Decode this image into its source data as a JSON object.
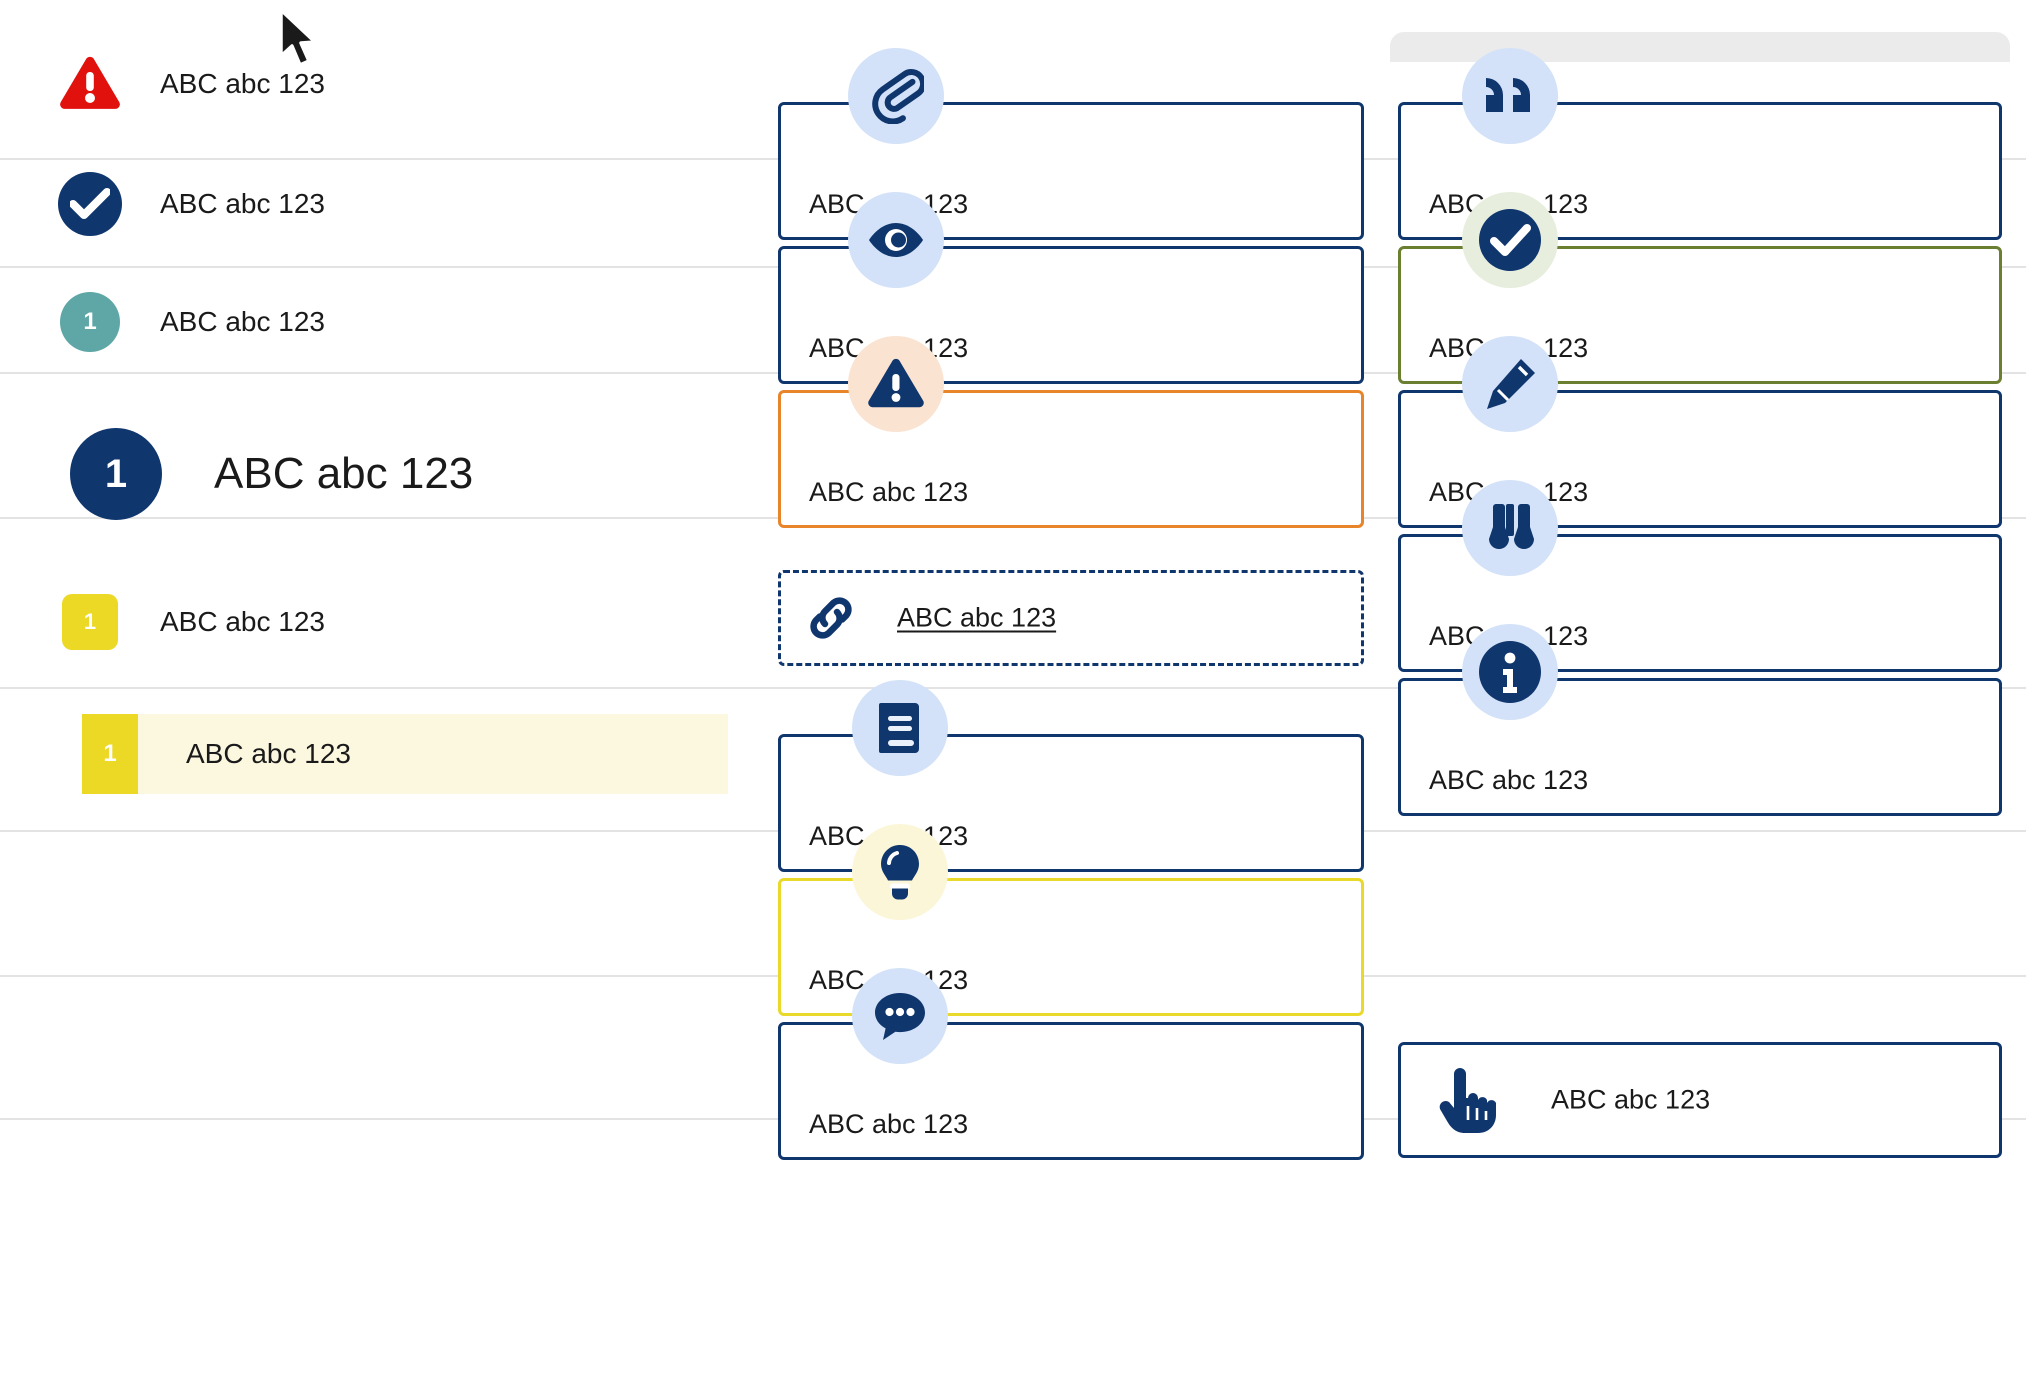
{
  "colors": {
    "navy": "#10366e",
    "navy_deep": "#123a7a",
    "red": "#e1110e",
    "teal": "#5fa7a7",
    "yellow": "#ecd925",
    "yellow_soft": "#e8d92b",
    "orange": "#e8852a",
    "olive_green": "#6b7f31",
    "chip_blue": "#d3e2f8",
    "chip_peach": "#fbe3d1",
    "chip_mint": "#e7eedd",
    "chip_cream": "#fbf6d8",
    "rule_gray": "#e3e3e3",
    "selected_row_bg": "#fcf8e0",
    "panel_gray": "#ebebeb",
    "text": "#1a1a1a"
  },
  "cursor": {
    "icon": "mouse-pointer-icon"
  },
  "sidebar": {
    "rows": [
      {
        "icon": "warning-triangle-icon",
        "badge_text": "",
        "label": "ABC abc 123",
        "style": "triangle-red",
        "size": "small"
      },
      {
        "icon": "check-circle-icon",
        "badge_text": "",
        "label": "ABC abc 123",
        "style": "circle-navy",
        "size": "small"
      },
      {
        "icon": "number-badge-icon",
        "badge_text": "1",
        "label": "ABC abc 123",
        "style": "circle-teal",
        "size": "small"
      },
      {
        "icon": "number-badge-icon",
        "badge_text": "1",
        "label": "ABC abc 123",
        "style": "circle-navy-large",
        "size": "large"
      },
      {
        "icon": "number-badge-icon",
        "badge_text": "1",
        "label": "ABC abc 123",
        "style": "rounded-yellow",
        "size": "small"
      },
      {
        "icon": "number-badge-icon",
        "badge_text": "1",
        "label": "ABC abc 123",
        "style": "selected-yellow",
        "size": "small"
      }
    ]
  },
  "middle_column": {
    "cards": [
      {
        "icon": "paperclip-icon",
        "chip": "blue",
        "label": "ABC abc 123",
        "border": "navy",
        "layout": "chip-top"
      },
      {
        "icon": "eye-icon",
        "chip": "blue",
        "label": "ABC abc 123",
        "border": "navy",
        "layout": "chip-top"
      },
      {
        "icon": "warning-triangle-icon",
        "chip": "peach",
        "label": "ABC abc 123",
        "border": "orange",
        "layout": "chip-top"
      },
      {
        "icon": "link-icon",
        "chip": "none",
        "label": "ABC abc 123",
        "border": "navy-dashed",
        "layout": "inline-link"
      },
      {
        "icon": "book-icon",
        "chip": "blue",
        "label": "ABC abc 123",
        "border": "navy",
        "layout": "chip-top"
      },
      {
        "icon": "lightbulb-icon",
        "chip": "cream",
        "label": "ABC abc 123",
        "border": "yellow",
        "layout": "chip-top"
      },
      {
        "icon": "comment-dots-icon",
        "chip": "blue",
        "label": "ABC abc 123",
        "border": "navy",
        "layout": "chip-top"
      }
    ]
  },
  "right_column": {
    "cards": [
      {
        "icon": "quote-icon",
        "chip": "blue",
        "label": "ABC abc 123",
        "border": "navy",
        "layout": "chip-top"
      },
      {
        "icon": "check-circle-icon",
        "chip": "mint",
        "label": "ABC abc 123",
        "border": "green",
        "layout": "chip-top"
      },
      {
        "icon": "pencil-icon",
        "chip": "blue",
        "label": "ABC abc 123",
        "border": "navy",
        "layout": "chip-top"
      },
      {
        "icon": "binoculars-icon",
        "chip": "blue",
        "label": "ABC abc 123",
        "border": "navy",
        "layout": "chip-top"
      },
      {
        "icon": "info-circle-icon",
        "chip": "blue",
        "label": "ABC abc 123",
        "border": "navy",
        "layout": "chip-top"
      },
      {
        "icon": "pointing-hand-icon",
        "chip": "none",
        "label": "ABC abc 123",
        "border": "navy",
        "layout": "inline-icon"
      }
    ]
  }
}
